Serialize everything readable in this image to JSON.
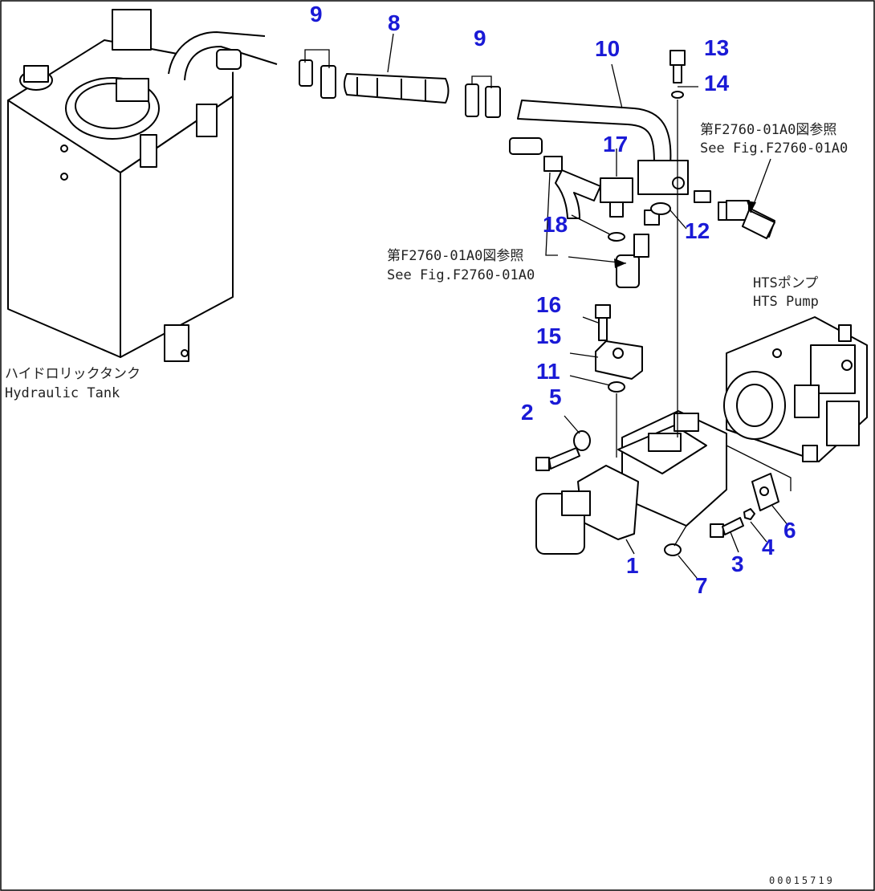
{
  "callouts": {
    "c1": "1",
    "c2": "2",
    "c3": "3",
    "c4": "4",
    "c5": "5",
    "c6": "6",
    "c7": "7",
    "c8": "8",
    "c9a": "9",
    "c9b": "9",
    "c10": "10",
    "c11": "11",
    "c12": "12",
    "c13": "13",
    "c14": "14",
    "c15": "15",
    "c16": "16",
    "c17": "17",
    "c18": "18"
  },
  "notes": {
    "ref_top_jp": "第F2760-01A0図参照",
    "ref_top_en": "See Fig.F2760-01A0",
    "ref_mid_jp": "第F2760-01A0図参照",
    "ref_mid_en": "See Fig.F2760-01A0",
    "pump_jp": "HTSポンプ",
    "pump_en": "HTS Pump",
    "tank_jp": "ハイドロリックタンク",
    "tank_en": "Hydraulic Tank"
  },
  "doc_number": "00015719",
  "colors": {
    "callout": "#1a1ad6",
    "line": "#000000",
    "background": "#ffffff"
  }
}
